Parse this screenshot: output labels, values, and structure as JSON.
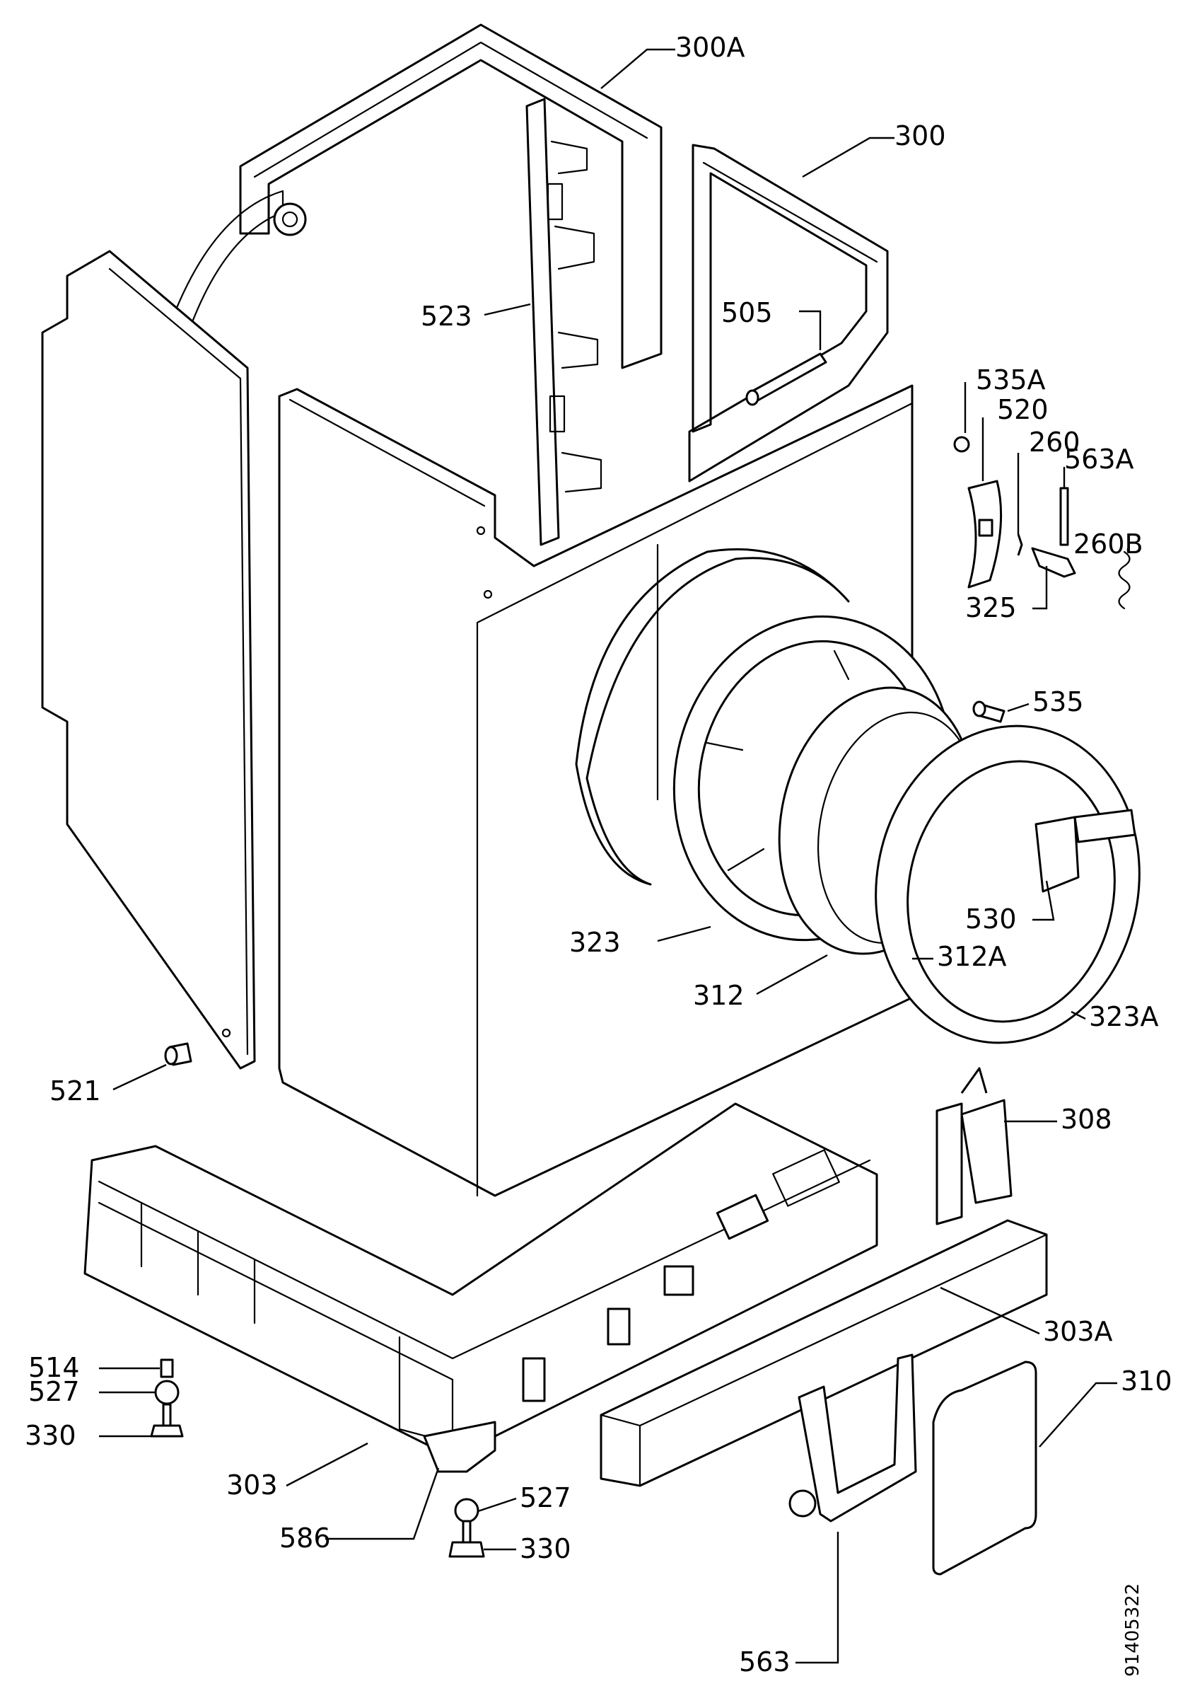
{
  "diagram": {
    "labels": [
      {
        "id": "300A",
        "text": "300A"
      },
      {
        "id": "300",
        "text": "300"
      },
      {
        "id": "523",
        "text": "523"
      },
      {
        "id": "505",
        "text": "505"
      },
      {
        "id": "535A",
        "text": "535A"
      },
      {
        "id": "520",
        "text": "520"
      },
      {
        "id": "260",
        "text": "260"
      },
      {
        "id": "563A",
        "text": "563A"
      },
      {
        "id": "260B",
        "text": "260B"
      },
      {
        "id": "325",
        "text": "325"
      },
      {
        "id": "535",
        "text": "535"
      },
      {
        "id": "530",
        "text": "530"
      },
      {
        "id": "323",
        "text": "323"
      },
      {
        "id": "312A",
        "text": "312A"
      },
      {
        "id": "312",
        "text": "312"
      },
      {
        "id": "323A",
        "text": "323A"
      },
      {
        "id": "521",
        "text": "521"
      },
      {
        "id": "308",
        "text": "308"
      },
      {
        "id": "303A",
        "text": "303A"
      },
      {
        "id": "310",
        "text": "310"
      },
      {
        "id": "514",
        "text": "514"
      },
      {
        "id": "527a",
        "text": "527"
      },
      {
        "id": "330a",
        "text": "330"
      },
      {
        "id": "303",
        "text": "303"
      },
      {
        "id": "586",
        "text": "586"
      },
      {
        "id": "527b",
        "text": "527"
      },
      {
        "id": "330b",
        "text": "330"
      },
      {
        "id": "563",
        "text": "563"
      }
    ],
    "reference_code": "91405322"
  }
}
